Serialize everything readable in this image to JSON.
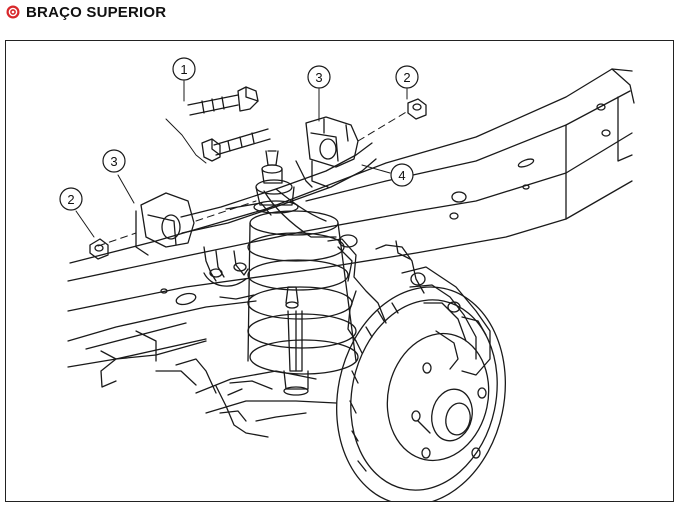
{
  "header": {
    "title": "BRAÇO SUPERIOR",
    "icon": "red-circle-bullet-icon",
    "icon_color": "#d8282b"
  },
  "diagram": {
    "callouts": [
      {
        "id": "callout-1",
        "label": "1"
      },
      {
        "id": "callout-2-right",
        "label": "2"
      },
      {
        "id": "callout-3-top",
        "label": "3"
      },
      {
        "id": "callout-3-left",
        "label": "3"
      },
      {
        "id": "callout-4",
        "label": "4"
      },
      {
        "id": "callout-2-left",
        "label": "2"
      }
    ]
  }
}
